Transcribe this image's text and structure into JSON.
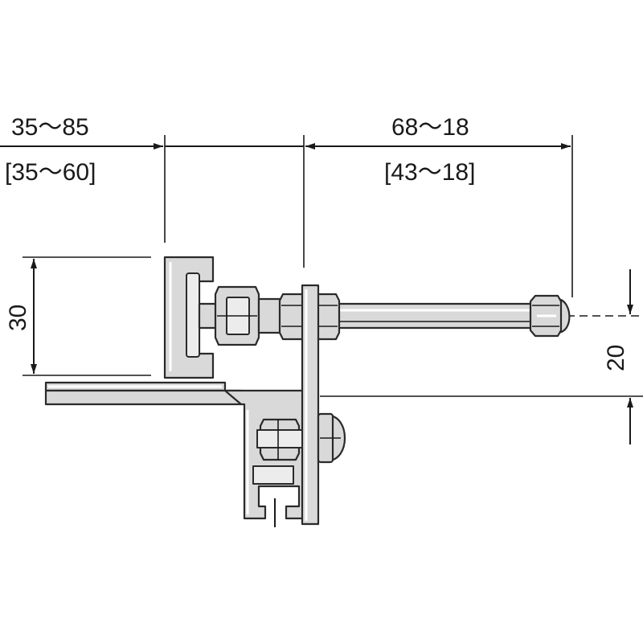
{
  "dimensions": {
    "left_width": "35～85",
    "left_width_alt": "[35～60]",
    "right_width": "68～18",
    "right_width_alt": "[43～18]",
    "clamp_height": "30",
    "offset_height": "20"
  },
  "colors": {
    "line": "#1a1a1a",
    "metal_fill": "#d9d9d9",
    "background": "#ffffff"
  }
}
